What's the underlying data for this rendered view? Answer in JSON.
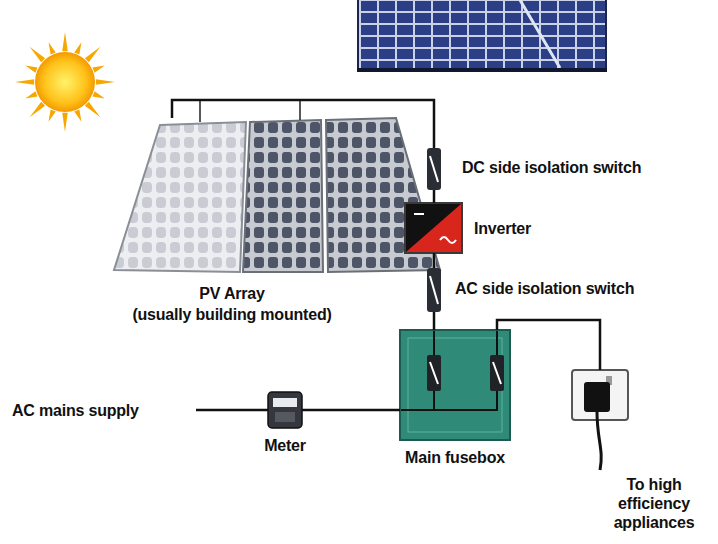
{
  "diagram": {
    "nodes": [
      {
        "text": [
          "PV Array",
          "(usually building mounted)"
        ]
      },
      {
        "text": [
          "DC side isolation switch"
        ]
      },
      {
        "text": [
          "Inverter"
        ]
      },
      {
        "text": [
          "AC side isolation switch"
        ]
      },
      {
        "text": [
          "Main fusebox"
        ]
      },
      {
        "text": [
          "Meter"
        ]
      },
      {
        "text": [
          "To high efficiency appliances"
        ]
      }
    ],
    "edges": [
      {
        "from": 0,
        "to": 1,
        "arrow": "none"
      },
      {
        "from": 1,
        "to": 2,
        "arrow": "none"
      },
      {
        "from": 2,
        "to": 3,
        "arrow": "none"
      },
      {
        "from": 3,
        "to": 4,
        "arrow": "none"
      },
      {
        "from": 5,
        "to": 4,
        "arrow": "none"
      },
      {
        "from": 4,
        "to": 6,
        "arrow": "none"
      }
    ],
    "labels": [
      "AC mains supply"
    ]
  }
}
